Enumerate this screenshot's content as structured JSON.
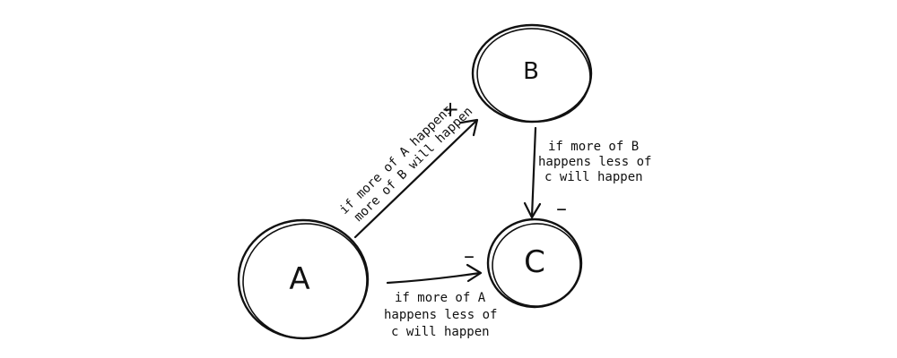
{
  "nodes": {
    "a": {
      "label": "A"
    },
    "b": {
      "label": "B"
    },
    "c": {
      "label": "C"
    }
  },
  "edges": {
    "a_to_b": {
      "sign": "+",
      "label_lines": [
        "if more of A happens",
        "more of B will happen"
      ]
    },
    "b_to_c": {
      "sign": "–",
      "label_lines": [
        "if more of B",
        "happens less of",
        "c will happen"
      ]
    },
    "a_to_c": {
      "sign": "–",
      "label_lines": [
        "if more of A",
        "happens less of",
        "c will happen"
      ]
    }
  }
}
